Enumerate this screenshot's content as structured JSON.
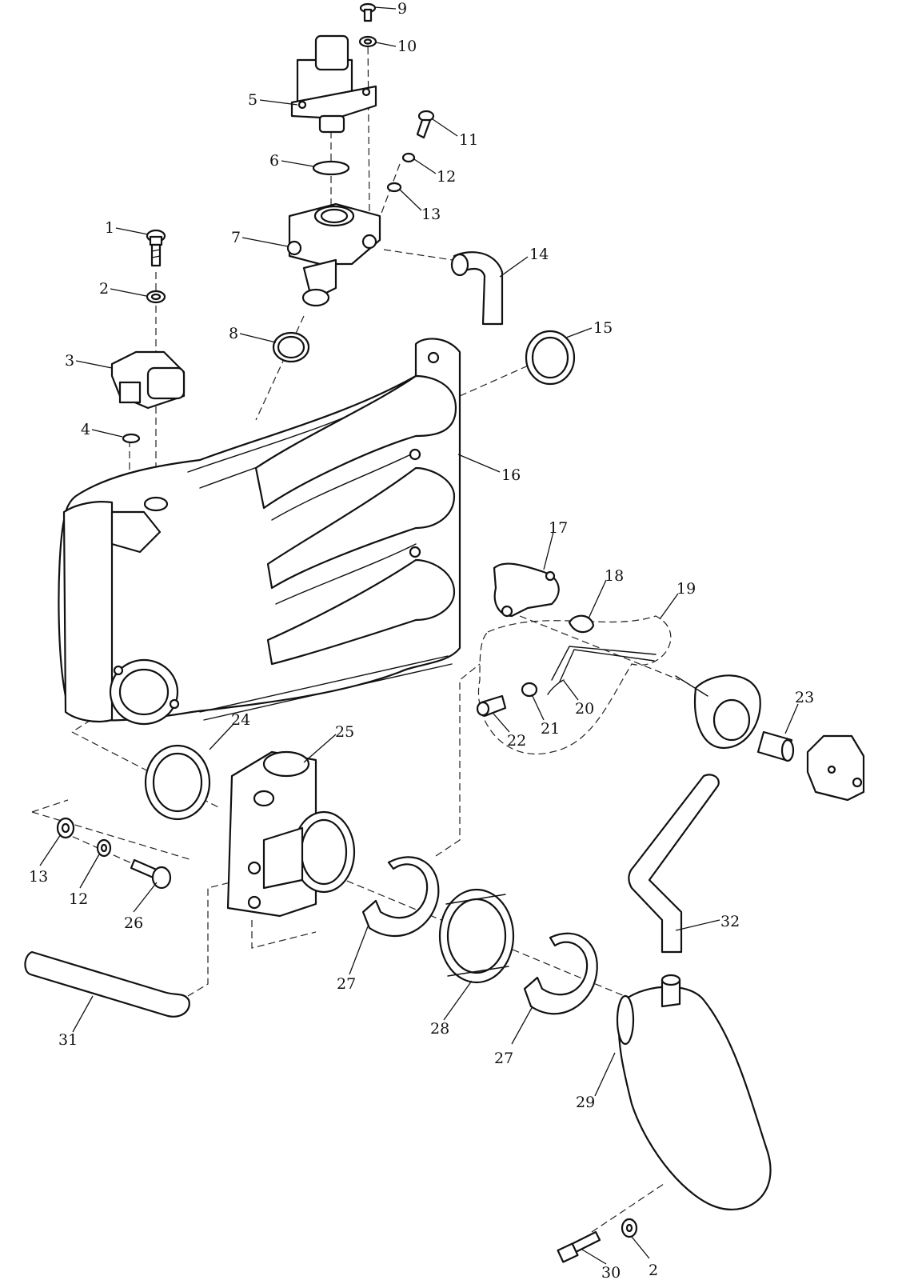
{
  "diagram": {
    "callouts": [
      {
        "id": "c1",
        "label": "1"
      },
      {
        "id": "c2a",
        "label": "2"
      },
      {
        "id": "c3",
        "label": "3"
      },
      {
        "id": "c4",
        "label": "4"
      },
      {
        "id": "c5",
        "label": "5"
      },
      {
        "id": "c6",
        "label": "6"
      },
      {
        "id": "c7",
        "label": "7"
      },
      {
        "id": "c8",
        "label": "8"
      },
      {
        "id": "c9",
        "label": "9"
      },
      {
        "id": "c10",
        "label": "10"
      },
      {
        "id": "c11",
        "label": "11"
      },
      {
        "id": "c12a",
        "label": "12"
      },
      {
        "id": "c13a",
        "label": "13"
      },
      {
        "id": "c14",
        "label": "14"
      },
      {
        "id": "c15",
        "label": "15"
      },
      {
        "id": "c16",
        "label": "16"
      },
      {
        "id": "c17",
        "label": "17"
      },
      {
        "id": "c18",
        "label": "18"
      },
      {
        "id": "c19",
        "label": "19"
      },
      {
        "id": "c20",
        "label": "20"
      },
      {
        "id": "c21",
        "label": "21"
      },
      {
        "id": "c22",
        "label": "22"
      },
      {
        "id": "c23",
        "label": "23"
      },
      {
        "id": "c24",
        "label": "24"
      },
      {
        "id": "c25",
        "label": "25"
      },
      {
        "id": "c26",
        "label": "26"
      },
      {
        "id": "c27a",
        "label": "27"
      },
      {
        "id": "c28",
        "label": "28"
      },
      {
        "id": "c27b",
        "label": "27"
      },
      {
        "id": "c29",
        "label": "29"
      },
      {
        "id": "c30",
        "label": "30"
      },
      {
        "id": "c2b",
        "label": "2"
      },
      {
        "id": "c31",
        "label": "31"
      },
      {
        "id": "c32",
        "label": "32"
      },
      {
        "id": "c13b",
        "label": "13"
      },
      {
        "id": "c12b",
        "label": "12"
      }
    ]
  }
}
